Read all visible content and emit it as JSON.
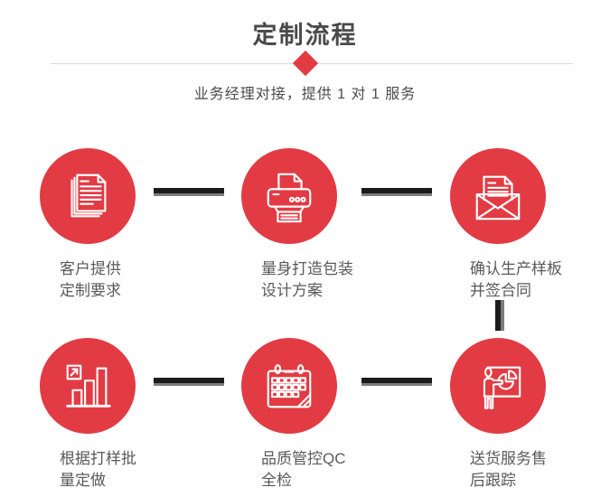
{
  "header": {
    "title": "定制流程",
    "subtitle": "业务经理对接，提供 1 对 1 服务"
  },
  "colors": {
    "accent_red": "#e23b43",
    "connector_dark": "#1c1c1c",
    "connector_gray": "#7d7d7d",
    "divider": "#d9d9d9",
    "title_text": "#4a4a4a",
    "label_text": "#5a5a5a",
    "page_bg": "#ffffff"
  },
  "steps": [
    {
      "id": "customer-requirements",
      "icon": "documents-icon",
      "line1": "客户提供",
      "line2": "定制要求"
    },
    {
      "id": "packaging-design",
      "icon": "printer-icon",
      "line1": "量身打造包装",
      "line2": "设计方案"
    },
    {
      "id": "confirm-sample",
      "icon": "envelope-icon",
      "line1": "确认生产样板",
      "line2": "并签合同"
    },
    {
      "id": "batch-production",
      "icon": "bar-chart-icon",
      "line1": "根据打样批",
      "line2": "量定做"
    },
    {
      "id": "quality-control",
      "icon": "calendar-icon",
      "line1": "品质管控QC",
      "line2": "全检"
    },
    {
      "id": "delivery-tracking",
      "icon": "presenter-icon",
      "line1": "送货服务售",
      "line2": "后跟踪"
    }
  ]
}
